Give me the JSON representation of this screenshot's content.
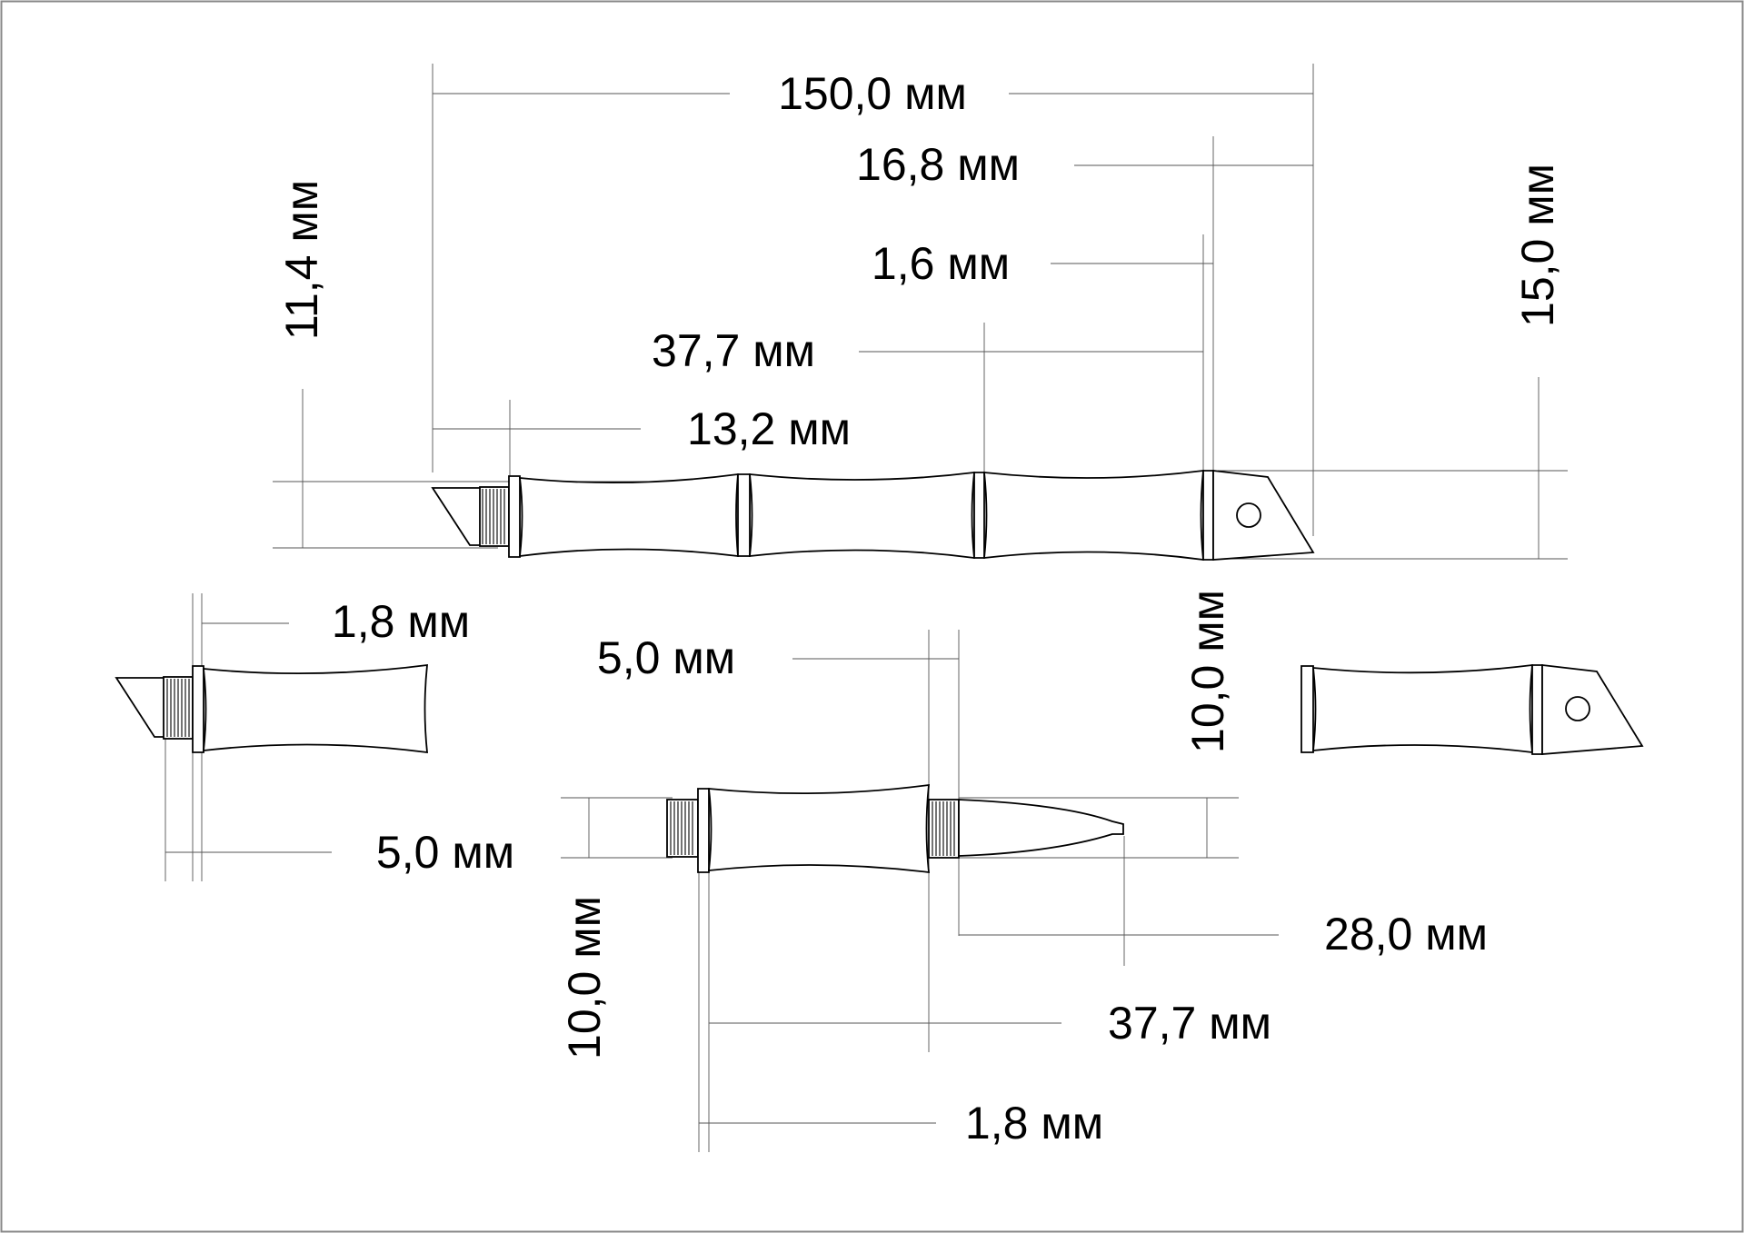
{
  "dimensions": {
    "overall_length": "150,0 мм",
    "cap_length": "16,8 мм",
    "ring_width": "1,6 мм",
    "segment_length": "37,7 мм",
    "tip_length": "13,2 мм",
    "height_left": "11,4 мм",
    "height_right": "15,0 мм",
    "height_mid": "10,0 мм",
    "left_ring": "1,8 мм",
    "mid_gap": "5,0 мм",
    "left_thread": "5,0 мм",
    "blade_length": "28,0 мм",
    "bottom_segment": "37,7 мм",
    "bottom_ring": "1,8 мм",
    "bottom_height": "10,0 мм"
  }
}
